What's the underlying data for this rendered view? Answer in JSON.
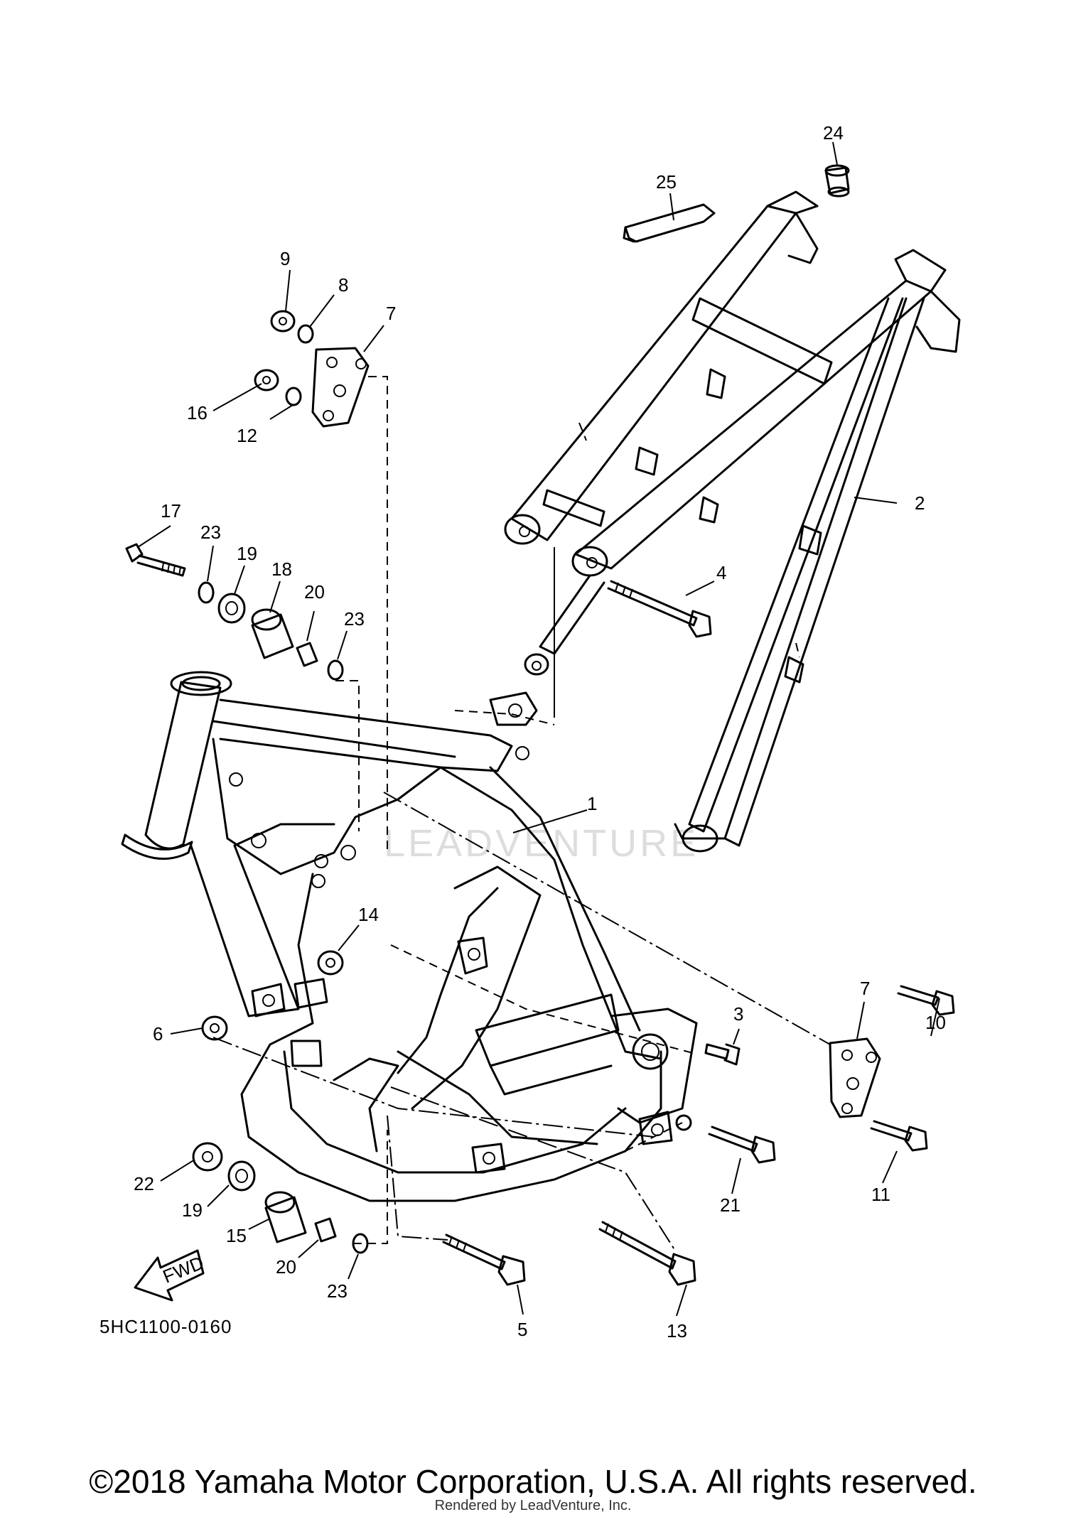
{
  "diagram": {
    "code": "5HC1100-0160",
    "watermark": "LEADVENTURE",
    "fwd_label": "FWD",
    "callouts": [
      "1",
      "2",
      "3",
      "4",
      "5",
      "6",
      "7",
      "7",
      "8",
      "9",
      "10",
      "11",
      "12",
      "13",
      "14",
      "15",
      "16",
      "17",
      "18",
      "19",
      "19",
      "20",
      "20",
      "21",
      "22",
      "23",
      "23",
      "23",
      "24",
      "25"
    ]
  },
  "footer": {
    "copyright": "©2018 Yamaha Motor Corporation, U.S.A. All rights reserved.",
    "rendered_by": "Rendered by LeadVenture, Inc."
  }
}
